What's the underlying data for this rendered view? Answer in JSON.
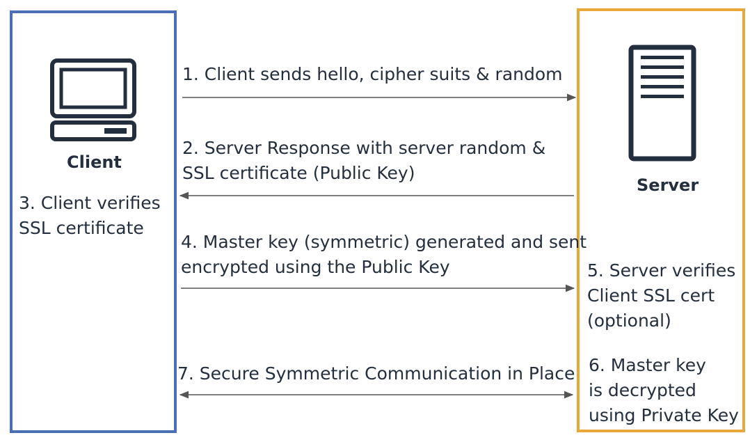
{
  "client": {
    "label": "Client",
    "note_lines": [
      "3. Client verifies",
      "SSL certificate"
    ]
  },
  "server": {
    "label": "Server",
    "note5_lines": [
      "5. Server verifies",
      "Client SSL cert",
      "(optional)"
    ],
    "note6_lines": [
      "6. Master key",
      "is decrypted",
      "using Private Key"
    ]
  },
  "messages": [
    {
      "lines": [
        "1. Client sends hello, cipher suits & random"
      ],
      "direction": "client-to-server"
    },
    {
      "lines": [
        "2. Server Response with server random &",
        "SSL certificate (Public Key)"
      ],
      "direction": "server-to-client"
    },
    {
      "lines": [
        "4. Master key (symmetric) generated and sent",
        "encrypted using the Public Key"
      ],
      "direction": "client-to-server"
    },
    {
      "lines": [
        "7. Secure Symmetric Communication in Place"
      ],
      "direction": "bidirectional"
    }
  ],
  "icons": {
    "client": "computer-icon",
    "server": "server-icon"
  },
  "colors": {
    "client_border": "#4a6fb5",
    "server_border": "#e8a93a",
    "ink": "#232f3e",
    "arrow": "#555555"
  }
}
